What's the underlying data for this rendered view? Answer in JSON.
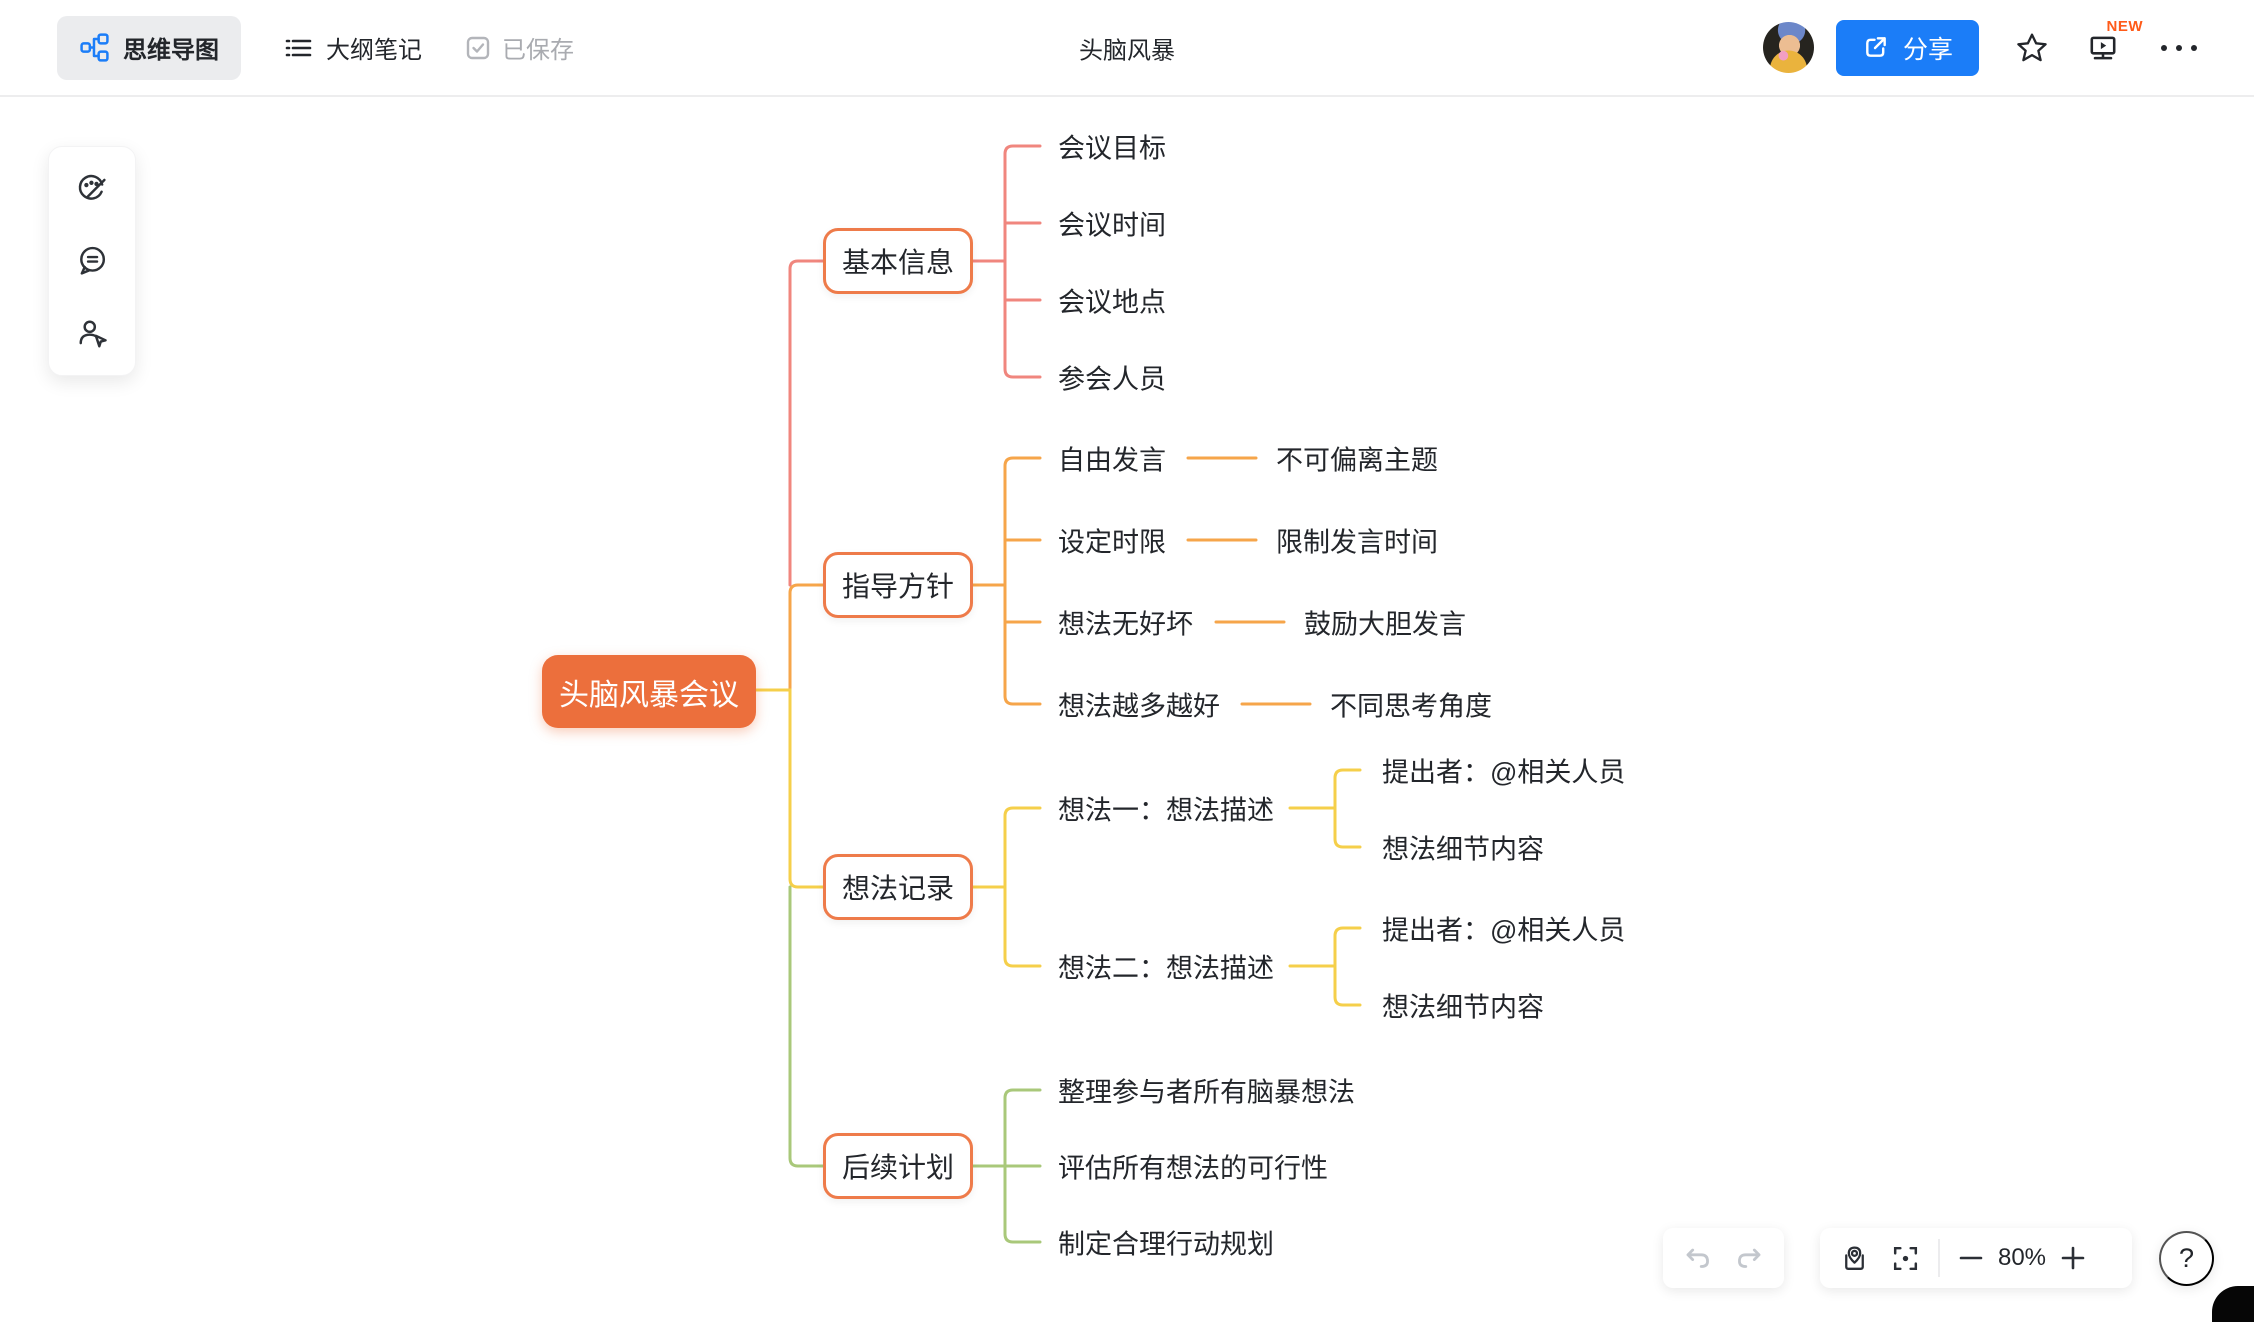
{
  "topbar": {
    "tabs": [
      {
        "label": "思维导图"
      },
      {
        "label": "大纲笔记"
      }
    ],
    "saved_status": "已保存",
    "doc_title": "头脑风暴",
    "share_label": "分享",
    "new_badge": "NEW"
  },
  "controls": {
    "zoom_level": "80%",
    "help_label": "?"
  },
  "colors": {
    "accent_blue": "#1b7df8",
    "root_fill": "#ec6f3c",
    "node_border": "#ee7b4a",
    "new_badge": "#ff5b19"
  },
  "icons": {
    "topbar": [
      "mindmap-icon",
      "outline-icon",
      "saved-check-icon",
      "share-external-icon",
      "star-icon",
      "present-icon",
      "more-dots-icon"
    ],
    "left_toolbar": [
      "palette-icon",
      "comment-icon",
      "collaborator-icon"
    ],
    "bottom_bar": [
      "undo-icon",
      "redo-icon",
      "minimap-icon",
      "focus-icon",
      "zoom-out-icon",
      "zoom-in-icon",
      "help-icon"
    ]
  },
  "mindmap": {
    "root": {
      "label": "头脑风暴会议"
    },
    "branches": [
      {
        "label": "基本信息",
        "color": "#f0867e",
        "children": [
          {
            "label": "会议目标"
          },
          {
            "label": "会议时间"
          },
          {
            "label": "会议地点"
          },
          {
            "label": "参会人员"
          }
        ]
      },
      {
        "label": "指导方针",
        "color": "#f6a54a",
        "children": [
          {
            "label": "自由发言",
            "note": "不可偏离主题"
          },
          {
            "label": "设定时限",
            "note": "限制发言时间"
          },
          {
            "label": "想法无好坏",
            "note": "鼓励大胆发言"
          },
          {
            "label": "想法越多越好",
            "note": "不同思考角度"
          }
        ]
      },
      {
        "label": "想法记录",
        "color": "#f5cf4a",
        "children": [
          {
            "label": "想法一：想法描述",
            "children": [
              {
                "label": "提出者：@相关人员"
              },
              {
                "label": "想法细节内容"
              }
            ]
          },
          {
            "label": "想法二：想法描述",
            "children": [
              {
                "label": "提出者：@相关人员"
              },
              {
                "label": "想法细节内容"
              }
            ]
          }
        ]
      },
      {
        "label": "后续计划",
        "color": "#a9c87a",
        "children": [
          {
            "label": "整理参与者所有脑暴想法"
          },
          {
            "label": "评估所有想法的可行性"
          },
          {
            "label": "制定合理行动规划"
          }
        ]
      }
    ]
  }
}
